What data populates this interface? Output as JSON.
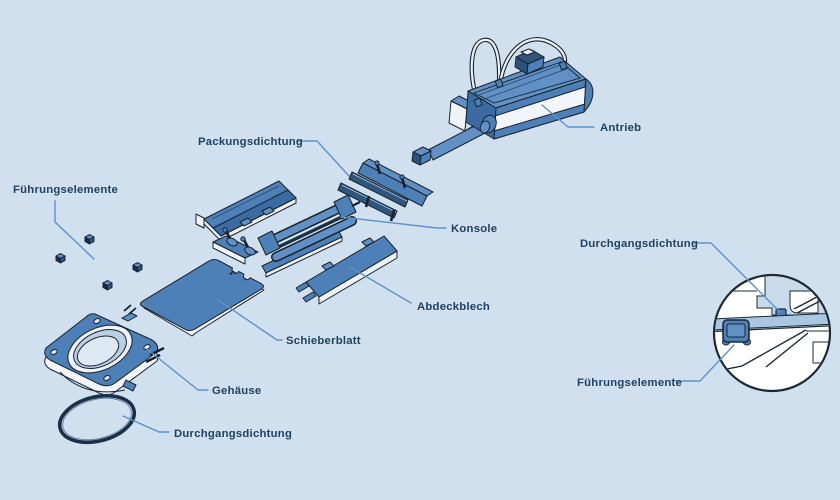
{
  "diagram": {
    "type": "exploded-view technical illustration of a knife gate valve with detail cutaway circle",
    "background_color": "#d0e0ee",
    "part_color": "#4e80b8",
    "part_color_light": "#6190c4",
    "part_color_dark": "#30567e",
    "leader_line_color": "#5e92c8",
    "label_text_color": "#1f405e",
    "labels": {
      "packungsdichtung": "Packungsdichtung",
      "fuehrungselemente_left": "Führungselemente",
      "antrieb": "Antrieb",
      "konsole": "Konsole",
      "abdeckblech": "Abdeckblech",
      "schieberblatt": "Schieberblatt",
      "gehaeuse": "Gehäuse",
      "durchgangsdichtung_left": "Durchgangsdichtung",
      "durchgangsdichtung_right": "Durchgangsdichtung",
      "fuehrungselemente_right": "Führungselemente"
    }
  }
}
